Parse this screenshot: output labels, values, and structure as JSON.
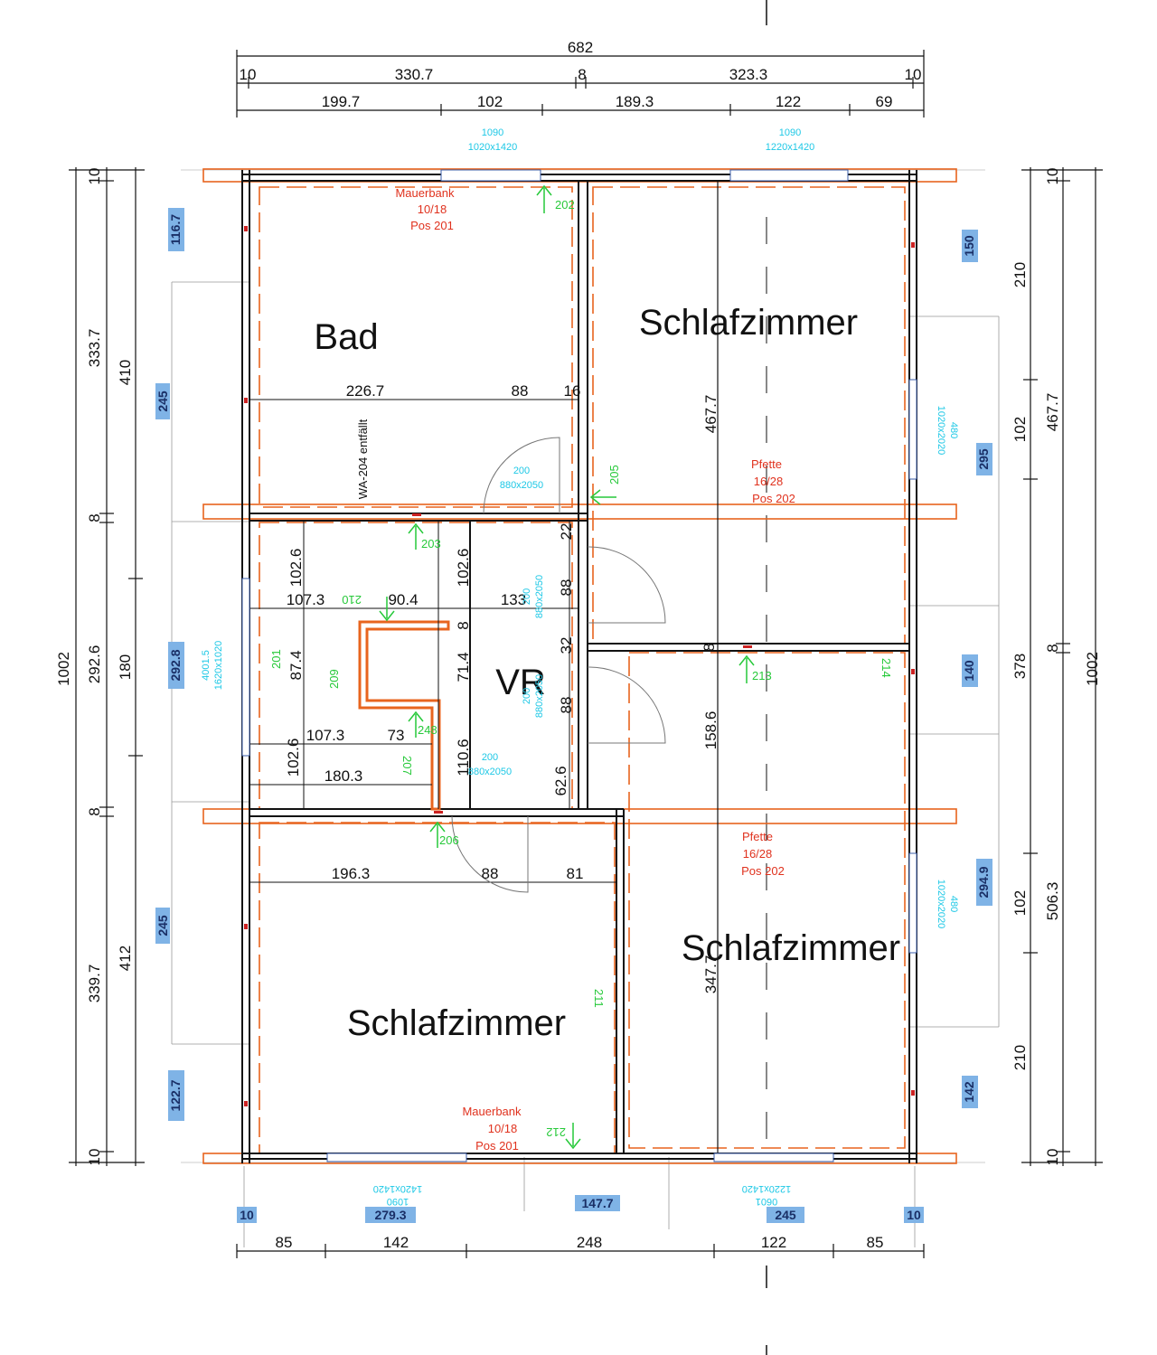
{
  "rooms": {
    "bad": "Bad",
    "schlaf_ne": "Schlafzimmer",
    "vr": "VR",
    "schlaf_se": "Schlafzimmer",
    "schlaf_sw": "Schlafzimmer"
  },
  "dims_top": {
    "total": "682",
    "r2_a": "10",
    "r2_b": "330.7",
    "r2_c": "8",
    "r2_d": "323.3",
    "r2_e": "10",
    "r3_a": "199.7",
    "r3_b": "102",
    "r3_c": "189.3",
    "r3_d": "122",
    "r3_e": "69"
  },
  "dims_bottom": {
    "b_a": "85",
    "b_b": "142",
    "b_c": "248",
    "b_d": "122",
    "b_e": "85"
  },
  "dims_left": {
    "total": "1002",
    "c1_a": "333.7",
    "c1_b": "292.6",
    "c1_c": "339.7",
    "c1_d": "10",
    "c1_e": "8",
    "c1_f": "8",
    "c1_g": "10",
    "c2_a": "410",
    "c2_b": "180",
    "c2_c": "412"
  },
  "dims_right": {
    "total": "1002",
    "c1_a": "467.7",
    "c1_b": "506.3",
    "c1_c": "10",
    "c1_d": "8",
    "c1_e": "10",
    "c2_a": "210",
    "c2_b": "102",
    "c2_c": "378",
    "c2_d": "102",
    "c2_e": "210"
  },
  "badges": {
    "l1": "116.7",
    "l2": "245",
    "l3": "292.8",
    "l4": "245",
    "l5": "122.7",
    "r1": "150",
    "r2": "295",
    "r3": "140",
    "r4": "294.9",
    "r5": "142",
    "b1": "10",
    "b2": "279.3",
    "b3": "147.7",
    "b4": "245",
    "b5": "10"
  },
  "interior_dims": {
    "bad_a": "226.7",
    "bad_b": "88",
    "bad_c": "16",
    "ne_v": "467.7",
    "sw_a": "196.3",
    "sw_b": "88",
    "sw_c": "81",
    "se_v": "158.6",
    "se_v2": "347.7",
    "vr_h1": "107.3",
    "vr_h2": "90.4",
    "vr_h3": "133",
    "vr_h4": "107.3",
    "vr_h5": "73",
    "vr_h6": "180.3",
    "vr_v1": "102.6",
    "vr_v2": "102.6",
    "vr_v3": "87.4",
    "vr_v4": "71.4",
    "vr_v5": "102.6",
    "vr_v6": "110.6",
    "vr_v7": "62.6",
    "vr_r1": "22",
    "vr_r2": "88",
    "vr_r3": "32",
    "vr_r4": "88",
    "vr_s1": "8",
    "vr_s2": "8"
  },
  "windows": {
    "top_l1": "1090",
    "top_l2": "1020x1420",
    "top_r1": "1090",
    "top_r2": "1220x1420",
    "left_1": "4001.5",
    "left_2": "1620x1020",
    "right_n1": "1020x2020",
    "right_n2": "480",
    "right_s1": "1020x2020",
    "right_s2": "480",
    "bot_l1": "1420x1420",
    "bot_l2": "1090",
    "bot_r1": "1220x1420",
    "bot_r2": "0601"
  },
  "doors": {
    "d1": "200",
    "d1s": "880x2050",
    "d2": "200",
    "d2s": "880x2050",
    "d3": "200",
    "d3s": "880x2050",
    "d4": "200",
    "d4s": "880x2050"
  },
  "notes": {
    "mb_top_1": "Mauerbank",
    "mb_top_2": "10/18",
    "mb_top_3": "Pos 201",
    "pf_n_1": "Pfette",
    "pf_n_2": "16/28",
    "pf_n_3": "Pos 202",
    "pf_s_1": "Pfette",
    "pf_s_2": "16/28",
    "pf_s_3": "Pos 202",
    "mb_bot_1": "Mauerbank",
    "mb_bot_2": "10/18",
    "mb_bot_3": "Pos 201",
    "wa": "WA-204 entfällt"
  },
  "pos_labels": [
    "202",
    "205",
    "203",
    "210",
    "209",
    "201",
    "248",
    "207",
    "206",
    "213",
    "214",
    "211",
    "212"
  ],
  "colors": {
    "orange": "#e8641e",
    "cyan": "#1ec8e6",
    "green": "#27c93a",
    "red": "#e0321e",
    "badge": "#7fb3e6"
  }
}
